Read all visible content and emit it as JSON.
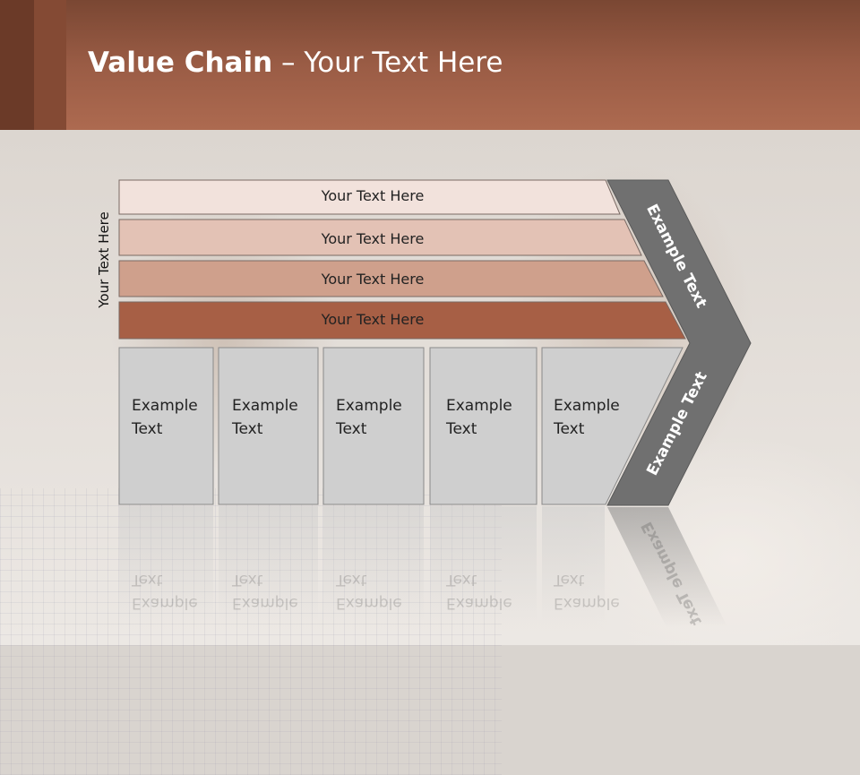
{
  "title": {
    "bold": "Value Chain",
    "rest": " – Your Text Here"
  },
  "side_label": "Your Text Here",
  "bars": [
    {
      "label": "Your Text Here"
    },
    {
      "label": "Your Text Here"
    },
    {
      "label": "Your Text Here"
    },
    {
      "label": "Your Text Here"
    }
  ],
  "columns": [
    {
      "line1": "Example",
      "line2": "Text"
    },
    {
      "line1": "Example",
      "line2": "Text"
    },
    {
      "line1": "Example",
      "line2": "Text"
    },
    {
      "line1": "Example",
      "line2": "Text"
    },
    {
      "line1": "Example",
      "line2": "Text"
    }
  ],
  "arrow": {
    "top_label": "Example Text",
    "bottom_label": "Example Text"
  },
  "colors": {
    "header": "#9a5c45",
    "bar1": "#f2e2dc",
    "bar2": "#e3c2b5",
    "bar3": "#cfa08c",
    "bar4": "#a75f45",
    "column": "#cfcfcf",
    "arrow": "#707070"
  }
}
